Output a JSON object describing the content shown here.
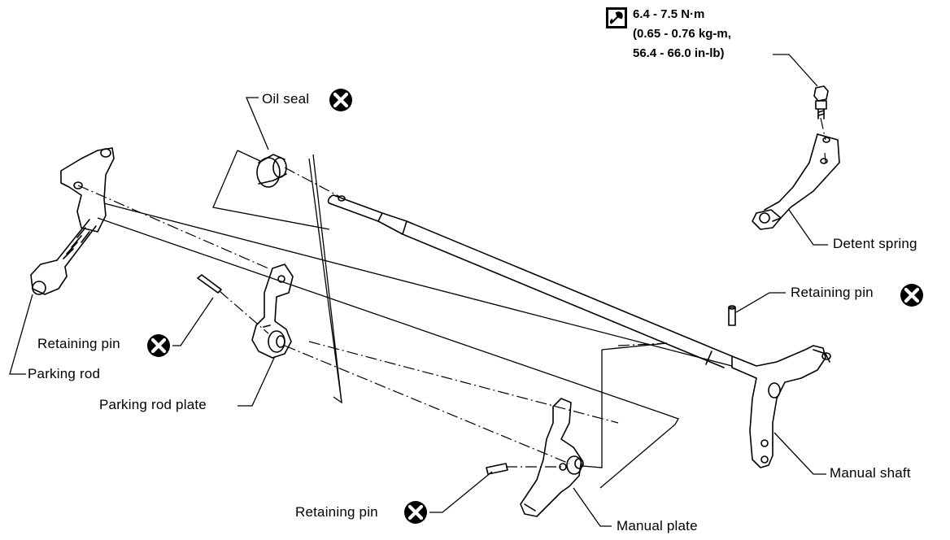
{
  "torque_spec": {
    "line1": "6.4 - 7.5 N·m",
    "line2": "(0.65 - 0.76 kg-m,",
    "line3": "56.4 - 66.0 in-lb)",
    "icon": "torque-wrench-icon"
  },
  "labels": {
    "oil_seal": "Oil seal",
    "detent_spring": "Detent spring",
    "retaining_pin_right": "Retaining pin",
    "retaining_pin_left": "Retaining pin",
    "parking_rod": "Parking rod",
    "parking_rod_plate": "Parking rod plate",
    "manual_shaft": "Manual shaft",
    "retaining_pin_bottom": "Retaining pin",
    "manual_plate": "Manual plate"
  },
  "symbols": {
    "do_not_reuse": "do-not-reuse-icon"
  },
  "colors": {
    "ink": "#000000",
    "paper": "#ffffff"
  }
}
